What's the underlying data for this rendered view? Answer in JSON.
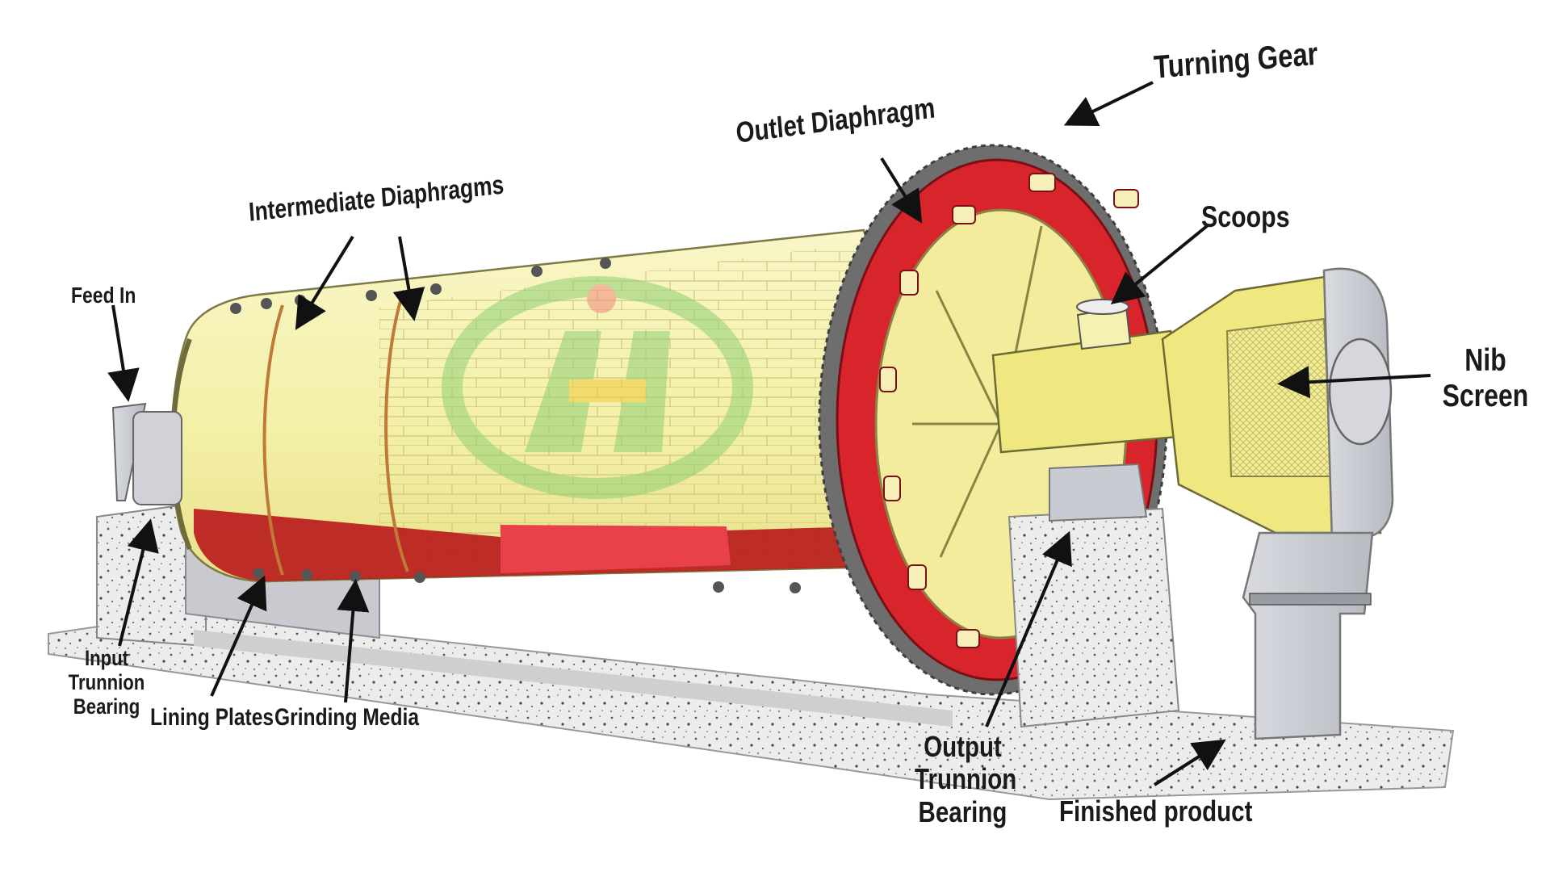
{
  "labels": {
    "turning_gear": "Turning Gear",
    "outlet_diaphragm": "Outlet Diaphragm",
    "intermediate_diaphragms": "Intermediate Diaphragms",
    "scoops": "Scoops",
    "feed_in": "Feed In",
    "nib_screen": "Nib\nScreen",
    "input_trunnion_bearing": "Input\nTrunnion\nBearing",
    "lining_plates": "Lining Plates",
    "grinding_media": "Grinding Media",
    "output_trunnion_bearing": "Output\nTrunnion\nBearing",
    "finished_product": "Finished product"
  },
  "colors": {
    "shell": "#f4f0a8",
    "shell_edge": "#d9d27a",
    "gear_red": "#d8252c",
    "gear_teeth": "#6e6e6e",
    "grinding_media": "#b81c1c",
    "lining_red": "#e8414a",
    "concrete": "#e2e2e2",
    "steel": "#c9cbd2",
    "watermark_green": "#8fcf73",
    "watermark_yellow": "#f0c93a"
  }
}
